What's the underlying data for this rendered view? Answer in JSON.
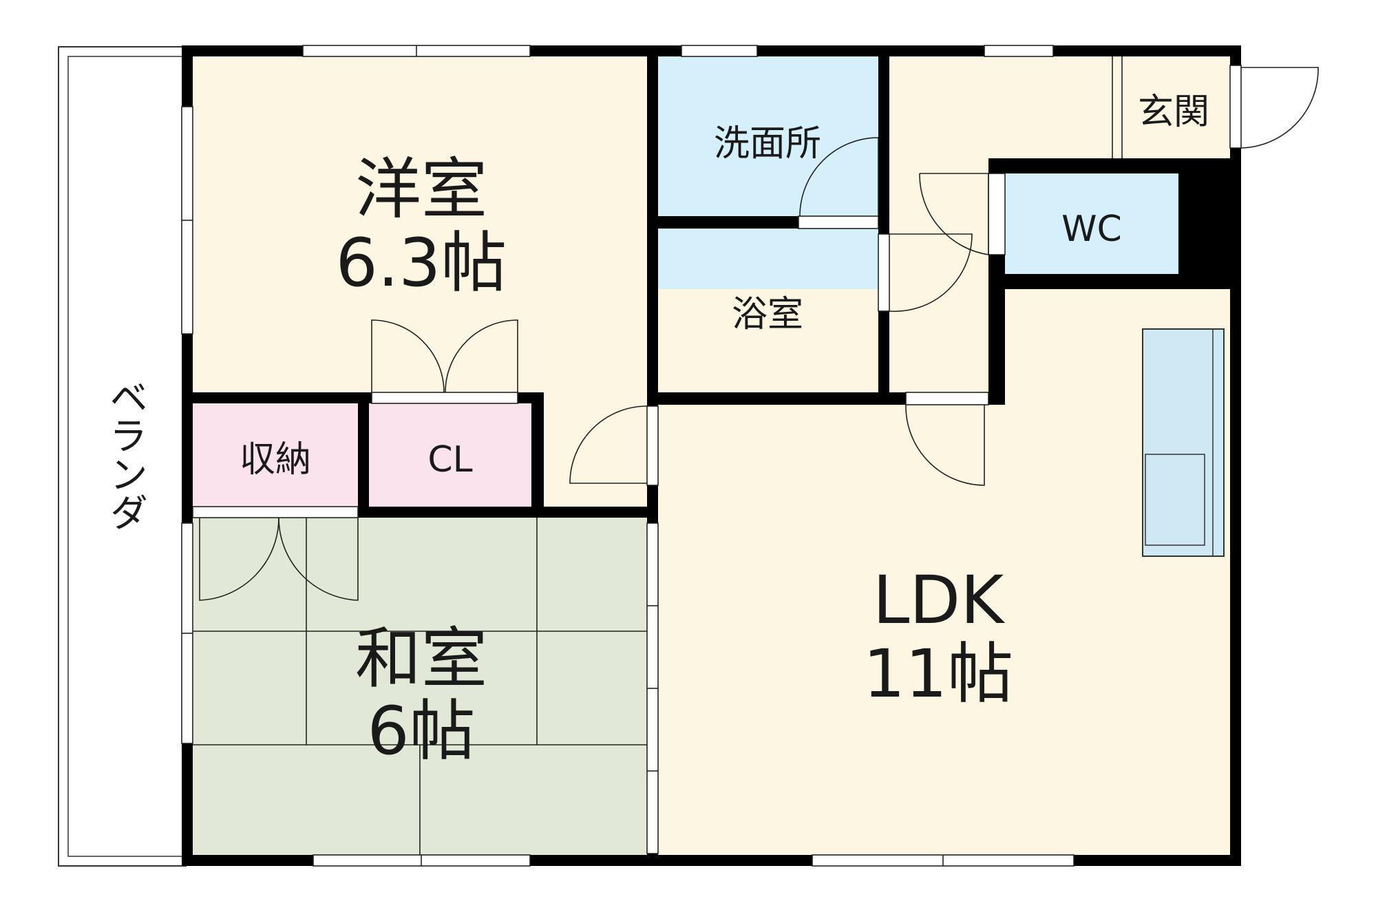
{
  "rooms": {
    "western_room": {
      "name": "洋室",
      "size": "6.3帖"
    },
    "japanese_room": {
      "name": "和室",
      "size": "6帖"
    },
    "ldk": {
      "name": "LDK",
      "size": "11帖"
    },
    "storage": {
      "name": "収納"
    },
    "closet": {
      "name": "CL"
    },
    "washroom": {
      "name": "洗面所"
    },
    "bathroom": {
      "name": "浴室"
    },
    "toilet": {
      "name": "WC"
    },
    "entrance": {
      "name": "玄関"
    },
    "veranda": {
      "name": "ベランダ"
    }
  },
  "colors": {
    "wood_floor": "#fdf6e3",
    "wet_area": "#d6f0fb",
    "storage": "#fbe3ee",
    "tatami": "#e2e8d6",
    "kitchen_counter": "#cfe9f4"
  }
}
